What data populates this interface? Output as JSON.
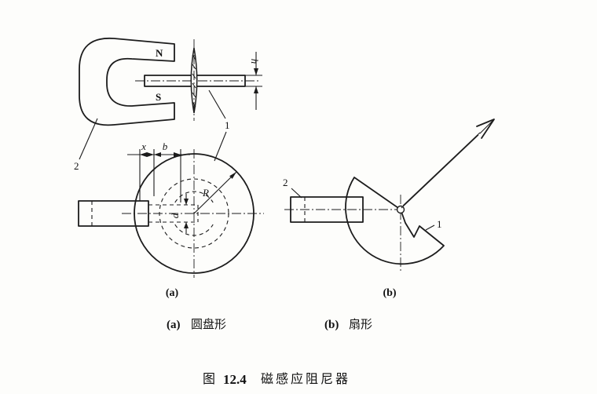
{
  "figure": {
    "caption": {
      "prefix": "图",
      "number": "12.4",
      "title": "磁感应阻尼器"
    },
    "sub_a": {
      "tag": "(a)",
      "name": "圆盘形"
    },
    "sub_b": {
      "tag": "(b)",
      "name": "扇形"
    }
  },
  "labels": {
    "pole_n": "N",
    "pole_s": "S",
    "dim_h": "h",
    "dim_x": "x",
    "dim_b": "b",
    "dim_R": "R",
    "dim_d": "d",
    "part_disc": "1",
    "part_magnet": "2",
    "part_sector": "1",
    "part_bar": "2"
  }
}
